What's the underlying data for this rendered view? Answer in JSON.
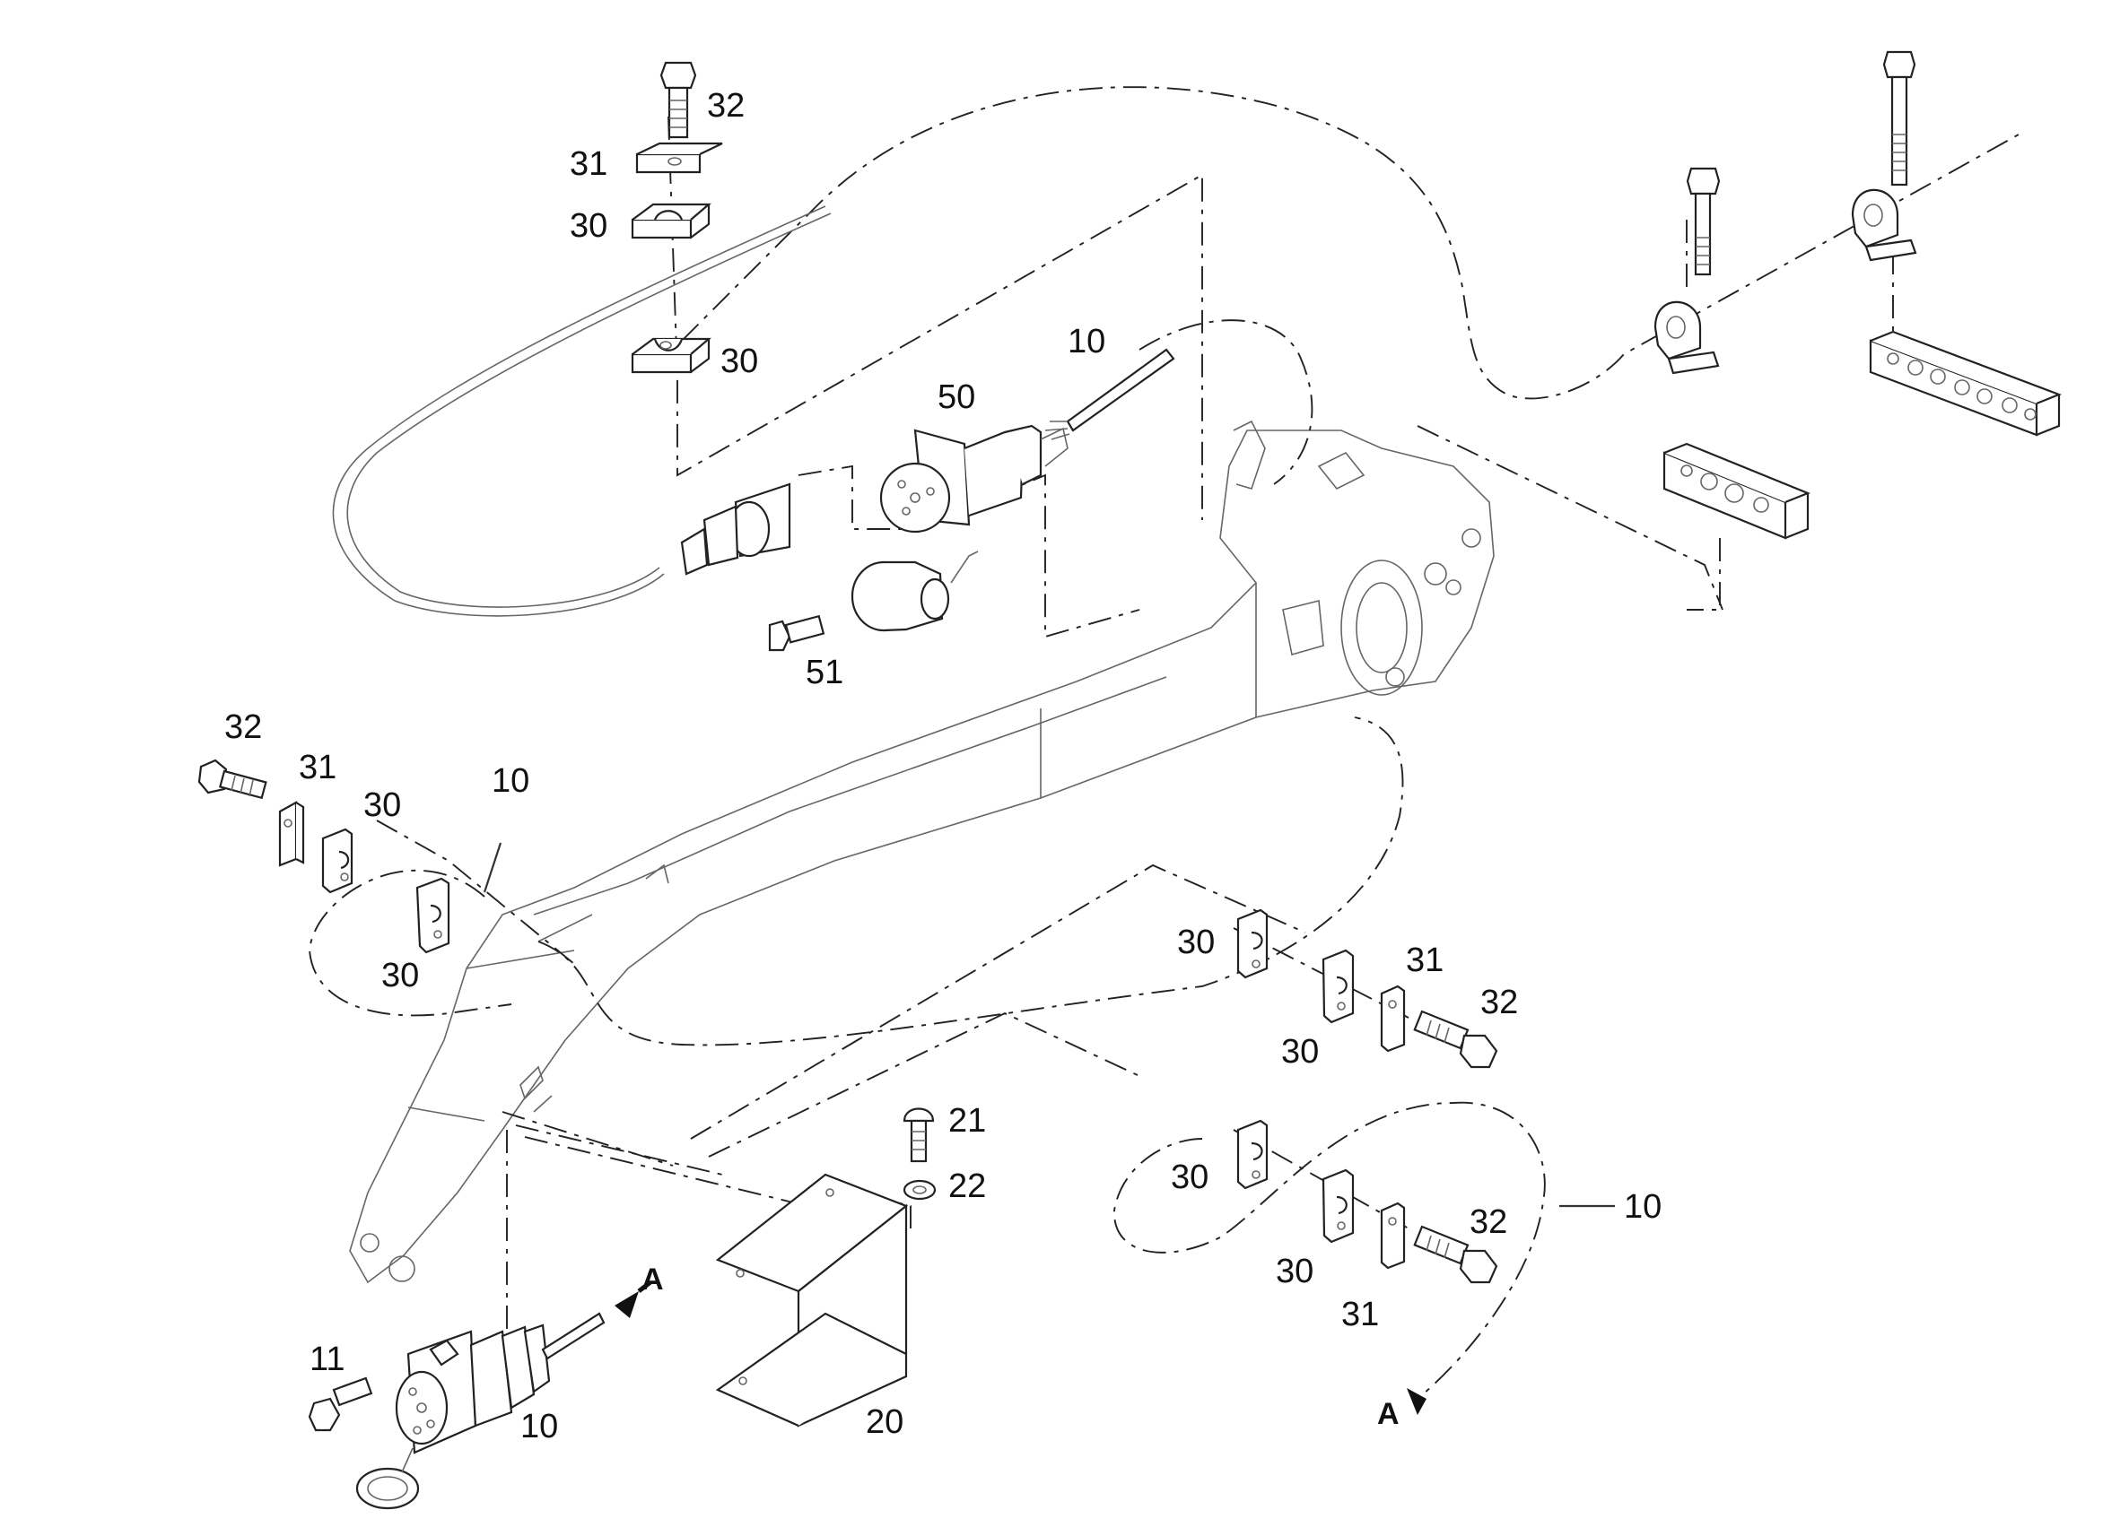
{
  "callouts": {
    "top_bolt": "32",
    "top_plate": "31",
    "top_clamp_upper": "30",
    "top_clamp_lower": "30",
    "cable_top": "10",
    "plug_connector": "50",
    "cap_screw": "51",
    "left_bolt": "32",
    "left_plate": "31",
    "left_clamp_upper": "30",
    "left_cable": "10",
    "left_clamp_lower": "30",
    "right_clamp_a": "30",
    "right_plate_a": "31",
    "right_bolt_a": "32",
    "right_clamp_a2": "30",
    "right_clamp_b": "30",
    "right_bolt_b": "32",
    "right_cable": "10",
    "right_clamp_b2": "30",
    "right_plate_b": "31",
    "guard_bolt": "21",
    "guard_washer": "22",
    "guard": "20",
    "socket_screw": "11",
    "socket_cable": "10",
    "view_a_socket": "A",
    "view_a_cable": "A"
  }
}
